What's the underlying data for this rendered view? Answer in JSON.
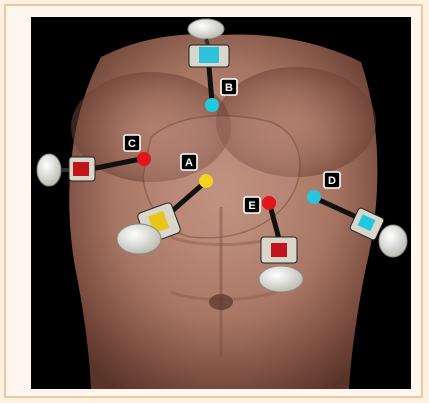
{
  "figure": {
    "ports": [
      {
        "id": "A",
        "label": "A",
        "color": "#f2d21e"
      },
      {
        "id": "B",
        "label": "B",
        "color": "#1fc9df"
      },
      {
        "id": "C",
        "label": "C",
        "color": "#e3141c"
      },
      {
        "id": "D",
        "label": "D",
        "color": "#27c5e0"
      },
      {
        "id": "E",
        "label": "E",
        "color": "#e3141c"
      }
    ],
    "colors": {
      "background": "#000000",
      "skin_light": "#c79a86",
      "skin_mid": "#9c6c5a",
      "skin_dark": "#5a3328",
      "frame_border": "#f2c79e"
    }
  }
}
